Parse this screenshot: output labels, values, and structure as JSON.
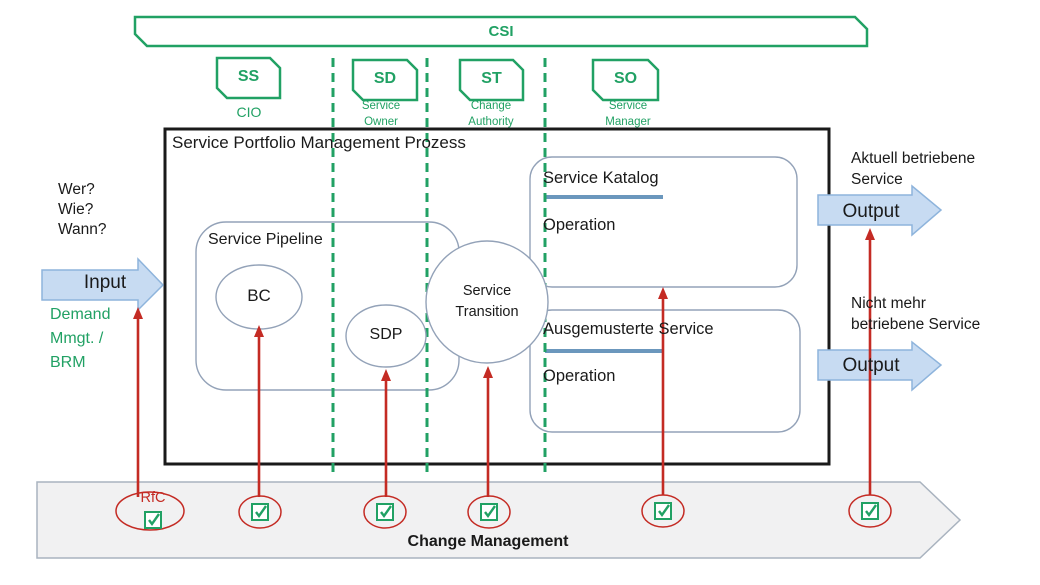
{
  "csi": {
    "label": "CSI"
  },
  "roles": [
    {
      "badge": "SS",
      "label": "CIO"
    },
    {
      "badge": "SD",
      "label": "Service Owner"
    },
    {
      "badge": "ST",
      "label": "Change Authority"
    },
    {
      "badge": "SO",
      "label": "Service Manager"
    }
  ],
  "process": {
    "title": "Service Portfolio Management Prozess",
    "pipeline": {
      "label": "Service Pipeline",
      "bc": "BC",
      "sdp": "SDP"
    },
    "transition": {
      "line1": "Service",
      "line2": "Transition"
    },
    "katalog": {
      "title": "Service Katalog",
      "sub": "Operation"
    },
    "retired": {
      "title": "Ausgemusterte Service",
      "sub": "Operation"
    }
  },
  "left": {
    "questions": [
      "Wer?",
      "Wie?",
      "Wann?"
    ],
    "input_label": "Input",
    "demand_lines": [
      "Demand",
      "Mmgt. /",
      "BRM"
    ]
  },
  "right": {
    "aktuell_lines": [
      "Aktuell betriebene",
      "Service"
    ],
    "output1_label": "Output",
    "nicht_lines": [
      "Nicht mehr",
      "betriebene Service"
    ],
    "output2_label": "Output"
  },
  "bottom": {
    "rfc_label": "RfC",
    "change_label": "Change Management"
  },
  "colors": {
    "green": "#21a164",
    "red": "#c42b24",
    "arrow_fill": "#c7dbf2",
    "arrow_stroke": "#8eb4dc",
    "underline_blue": "#6b97bd",
    "shape_stroke": "#93a2b8",
    "gray_fill": "#f1f1f2",
    "gray_stroke": "#a9b3bf",
    "frame": "#1a1a1a"
  }
}
